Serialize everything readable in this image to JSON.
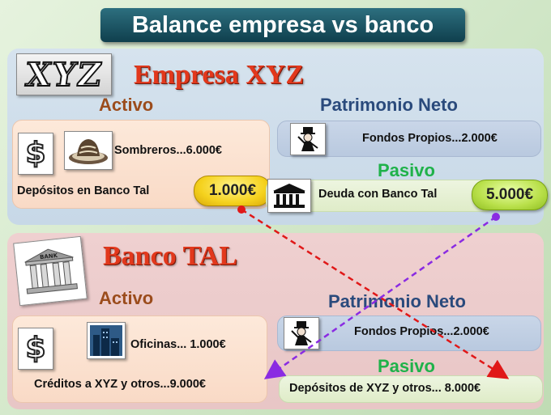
{
  "title": "Balance empresa vs banco",
  "empresa": {
    "logo_text": "XYZ",
    "name": "Empresa XYZ",
    "activo_heading": "Activo",
    "patrimonio_heading": "Patrimonio Neto",
    "pasivo_heading": "Pasivo",
    "sombreros": "Sombreros...6.000€",
    "depositos": "Depósitos en Banco Tal",
    "depositos_value": "1.000€",
    "fondos_propios": "Fondos Propios...2.000€",
    "deuda": "Deuda con Banco Tal",
    "deuda_value": "5.000€"
  },
  "banco": {
    "logo_text": "BANK",
    "name": "Banco TAL",
    "activo_heading": "Activo",
    "patrimonio_heading": "Patrimonio Neto",
    "pasivo_heading": "Pasivo",
    "oficinas": "Oficinas... 1.000€",
    "creditos": "Créditos a XYZ y otros...9.000€",
    "fondos_propios": "Fondos Propios...2.000€",
    "depositos": "Depósitos de XYZ y otros... 8.000€"
  },
  "colors": {
    "arrow_red": "#e01818",
    "arrow_purple": "#8a2be2",
    "title_bg": "#174a58",
    "company_red": "#e2381c"
  }
}
